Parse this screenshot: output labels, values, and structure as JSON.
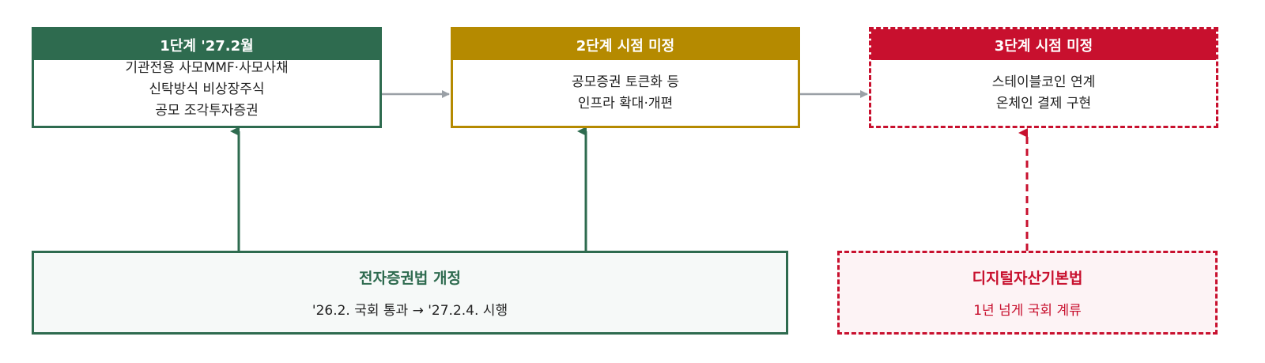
{
  "stages": [
    {
      "header": "1단계 '27.2월",
      "lines": [
        "기관전용 사모MMF·사모사채",
        "신탁방식 비상장주식",
        "공모 조각투자증권"
      ]
    },
    {
      "header": "2단계 시점 미정",
      "lines": [
        "공모증권 토큰화 등",
        "인프라 확대·개편"
      ]
    },
    {
      "header": "3단계 시점 미정",
      "lines": [
        "스테이블코인 연계",
        "온체인 결제 구현"
      ]
    }
  ],
  "laws": [
    {
      "title": "전자증권법 개정",
      "desc": "'26.2. 국회 통과 → '27.2.4. 시행"
    },
    {
      "title": "디지털자산기본법",
      "desc": "1년 넘게 국회 계류"
    }
  ],
  "colors": {
    "green": "#2e6b4f",
    "gold": "#b58a00",
    "red": "#c8102e",
    "gray": "#9aa0a6"
  }
}
